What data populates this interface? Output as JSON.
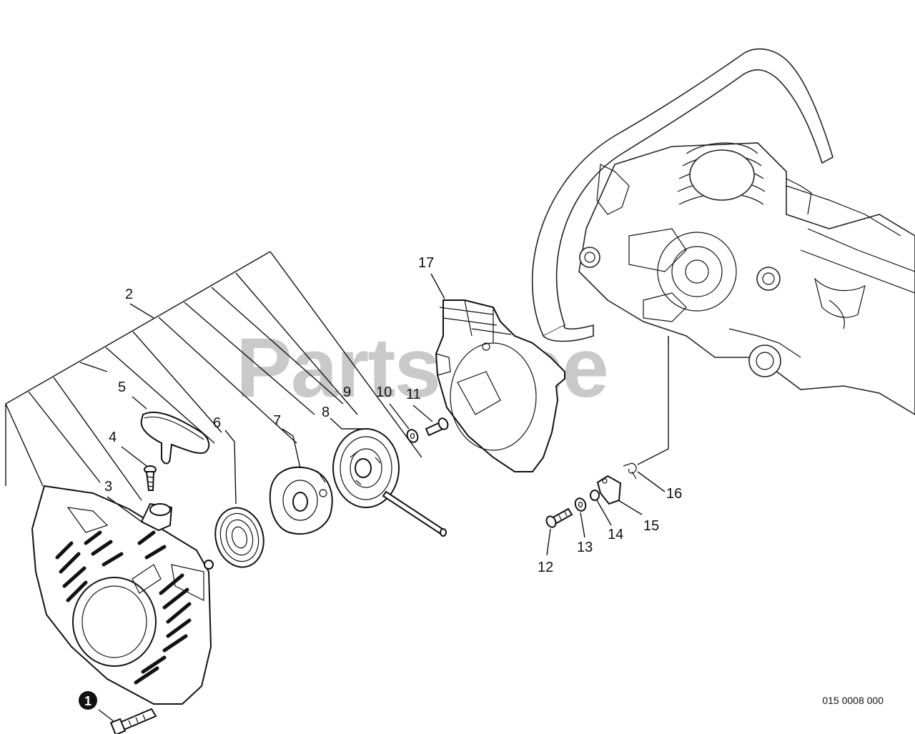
{
  "diagram": {
    "watermark": "PartsTree",
    "drawing_code": "015 0008 000",
    "callouts": [
      {
        "id": "1",
        "text": "1",
        "style": "filled-circle"
      },
      {
        "id": "2",
        "text": "2"
      },
      {
        "id": "3",
        "text": "3"
      },
      {
        "id": "4",
        "text": "4"
      },
      {
        "id": "5",
        "text": "5"
      },
      {
        "id": "6",
        "text": "6"
      },
      {
        "id": "7",
        "text": "7"
      },
      {
        "id": "8",
        "text": "8"
      },
      {
        "id": "9",
        "text": "9"
      },
      {
        "id": "10",
        "text": "10"
      },
      {
        "id": "11",
        "text": "11"
      },
      {
        "id": "12",
        "text": "12"
      },
      {
        "id": "13",
        "text": "13"
      },
      {
        "id": "14",
        "text": "14"
      },
      {
        "id": "15",
        "text": "15"
      },
      {
        "id": "16",
        "text": "16"
      },
      {
        "id": "17",
        "text": "17"
      }
    ],
    "parts": [
      {
        "id": "1",
        "icon": "screw-icon"
      },
      {
        "id": "3",
        "icon": "rope-guide-icon"
      },
      {
        "id": "4",
        "icon": "screw-icon"
      },
      {
        "id": "5",
        "icon": "starter-handle-icon"
      },
      {
        "id": "6",
        "icon": "recoil-spring-icon"
      },
      {
        "id": "7",
        "icon": "spring-case-icon"
      },
      {
        "id": "8",
        "icon": "rope-pulley-icon"
      },
      {
        "id": "9",
        "icon": "starter-rope-icon"
      },
      {
        "id": "10",
        "icon": "washer-icon"
      },
      {
        "id": "11",
        "icon": "screw-icon"
      },
      {
        "id": "12",
        "icon": "screw-icon"
      },
      {
        "id": "13",
        "icon": "washer-icon"
      },
      {
        "id": "14",
        "icon": "collar-icon"
      },
      {
        "id": "15",
        "icon": "pawl-icon"
      },
      {
        "id": "16",
        "icon": "torsion-spring-icon"
      },
      {
        "id": "17",
        "icon": "fan-cover-plate-icon"
      }
    ],
    "colors": {
      "ink": "#111111",
      "watermark": "#c9c9c9",
      "background": "#ffffff"
    }
  }
}
